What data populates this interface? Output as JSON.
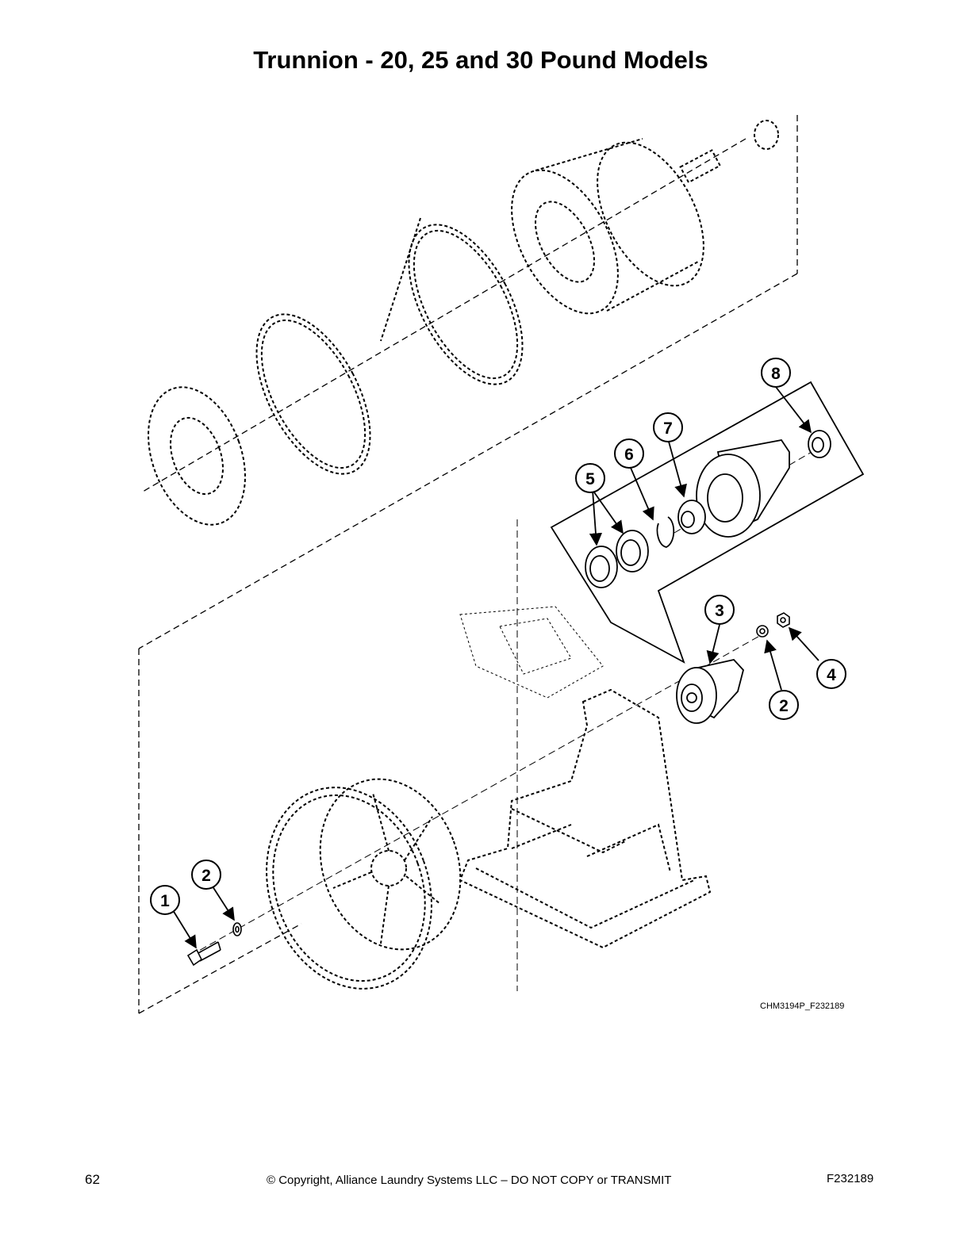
{
  "title": "Trunnion - 20, 25 and 30 Pound Models",
  "figure_id": "CHM3194P_F232189",
  "callouts": [
    "1",
    "2",
    "3",
    "4",
    "2",
    "5",
    "6",
    "7",
    "8"
  ],
  "footer": {
    "page_number": "62",
    "copyright": "© Copyright, Alliance Laundry Systems LLC – DO NOT COPY or TRANSMIT",
    "doc_number": "F232189"
  }
}
